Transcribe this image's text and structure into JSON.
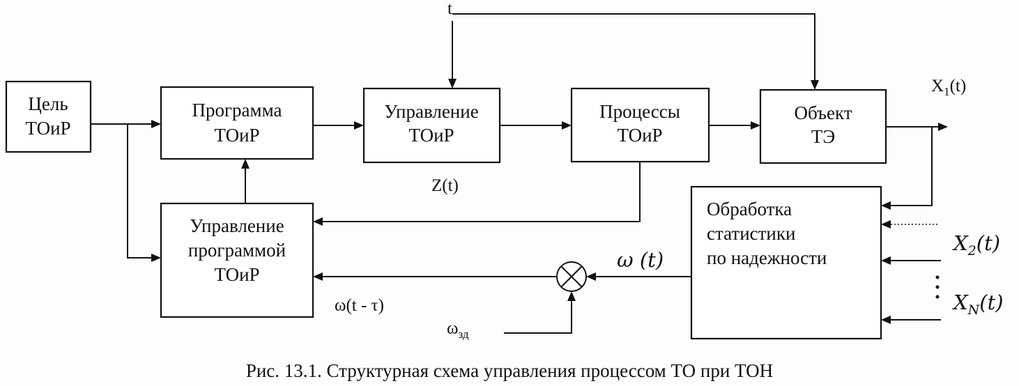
{
  "blocks": {
    "goal": [
      "Цель",
      "ТОиР"
    ],
    "program": [
      "Программа",
      "ТОиР"
    ],
    "management": [
      "Управление",
      "ТОиР"
    ],
    "processes": [
      "Процессы",
      "ТОиР"
    ],
    "object": [
      "Объект",
      "ТЭ"
    ],
    "program_control": [
      "Управление",
      "программой",
      "ТОиР"
    ],
    "statistics": [
      "Обработка",
      "статистики",
      "по надежности"
    ]
  },
  "signals": {
    "t": "t",
    "x1": "X",
    "x1_sub": "1",
    "x1_arg": "(t)",
    "z": "Z(t)",
    "omega": "ω (t)",
    "omega_delay": "ω(t - τ)",
    "omega_set": "ω",
    "omega_set_sub": "зд",
    "x2": "X",
    "x2_sub": "2",
    "x2_arg": "(t)",
    "xn": "X",
    "xn_sub": "N",
    "xn_arg": "(t)"
  },
  "caption": "Рис. 13.1. Структурная схема управления процессом ТО при ТОН"
}
